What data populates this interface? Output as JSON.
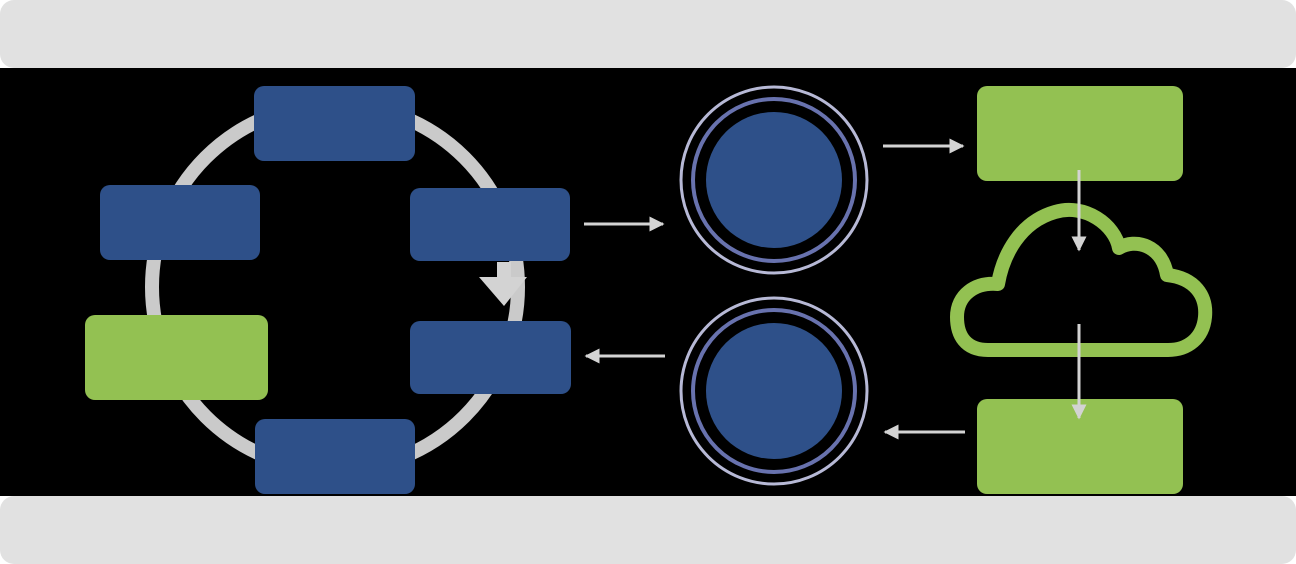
{
  "diagram": {
    "colors": {
      "band": "#e1e1e1",
      "background": "#000000",
      "node_blue": "#2e5089",
      "node_green": "#93c152",
      "ring": "#cacaca",
      "arrow": "#d3d3d3",
      "halo_inner": "#6872ae",
      "halo_outer": "#b7b9d6"
    },
    "cycle": {
      "nodes": [
        {
          "id": "cycle-top",
          "color": "blue"
        },
        {
          "id": "cycle-upper-right",
          "color": "blue"
        },
        {
          "id": "cycle-lower-right",
          "color": "blue"
        },
        {
          "id": "cycle-bottom",
          "color": "blue"
        },
        {
          "id": "cycle-lower-left",
          "color": "green"
        },
        {
          "id": "cycle-upper-left",
          "color": "blue"
        }
      ]
    },
    "hubs": [
      {
        "id": "hub-top"
      },
      {
        "id": "hub-bottom"
      }
    ],
    "cloud_nodes": [
      {
        "id": "cloud-top",
        "color": "green"
      },
      {
        "id": "cloud-bottom",
        "color": "green"
      }
    ],
    "icons": [
      "cloud-icon"
    ]
  }
}
